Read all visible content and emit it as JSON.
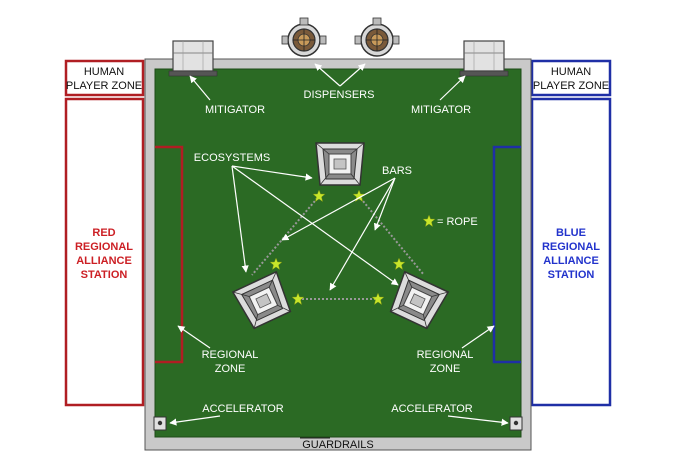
{
  "colors": {
    "field": "#2b6a24",
    "guardrail": "#c9c9c9",
    "red": "#b01e23",
    "blue": "#1f2fa6",
    "rope_star": "#c8e62a"
  },
  "human_player_zone": {
    "line1": "HUMAN",
    "line2": "PLAYER ZONE"
  },
  "labels": {
    "mitigator": "MITIGATOR",
    "dispensers": "DISPENSERS",
    "ecosystems": "ECOSYSTEMS",
    "bars": "BARS",
    "rope_legend": "= ROPE",
    "regional_zone_line1": "REGIONAL",
    "regional_zone_line2": "ZONE",
    "accelerator": "ACCELERATOR",
    "guardrails": "GUARDRAILS"
  },
  "red_station": {
    "line1": "RED",
    "line2": "REGIONAL",
    "line3": "ALLIANCE",
    "line4": "STATION"
  },
  "blue_station": {
    "line1": "BLUE",
    "line2": "REGIONAL",
    "line3": "ALLIANCE",
    "line4": "STATION"
  },
  "icons": {
    "star": "star-icon",
    "ecosystem": "ecosystem-icon",
    "dispenser": "dispenser-icon",
    "mitigator": "mitigator-icon",
    "accelerator": "accelerator-icon"
  }
}
